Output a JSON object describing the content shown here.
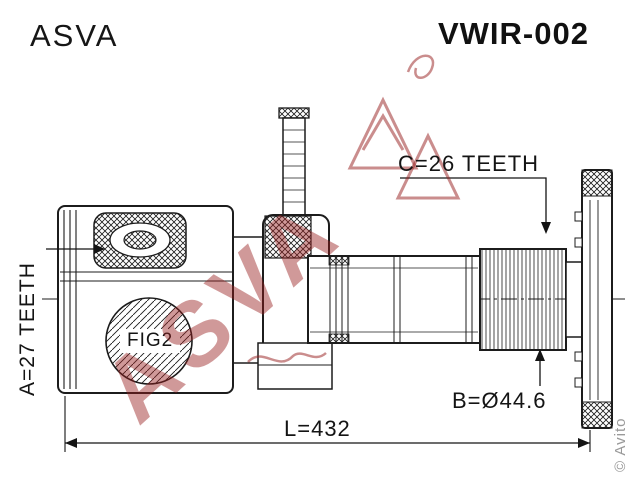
{
  "header": {
    "brand": "ASVA",
    "part_number": "VWIR-002"
  },
  "diagram": {
    "figure_label": "FIG2",
    "dimensions": {
      "teeth_a": "A=27 TEETH",
      "teeth_c": "C=26 TEETH",
      "diameter_b": "B=Ø44.6",
      "length_l": "L=432"
    }
  },
  "watermark": {
    "brand": "ASVA",
    "site": "© Avito"
  },
  "colors": {
    "line": "#1c1c1c",
    "watermark_red": "#9b1c1c",
    "watermark_gray": "#9a9a9a"
  }
}
